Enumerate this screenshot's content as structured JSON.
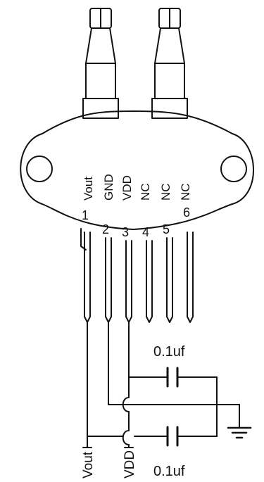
{
  "pin_labels": [
    "Vout",
    "GND",
    "VDD",
    "NC",
    "NC",
    "NC"
  ],
  "pin_numbers": [
    "1",
    "2",
    "3",
    "4",
    "5",
    "6"
  ],
  "capacitors": {
    "top_value": "0.1uf",
    "bottom_value": "0.1uf"
  },
  "terminals": {
    "left": "Vout",
    "right": "VDD"
  },
  "colors": {
    "stroke": "#111111",
    "background": "#ffffff"
  }
}
